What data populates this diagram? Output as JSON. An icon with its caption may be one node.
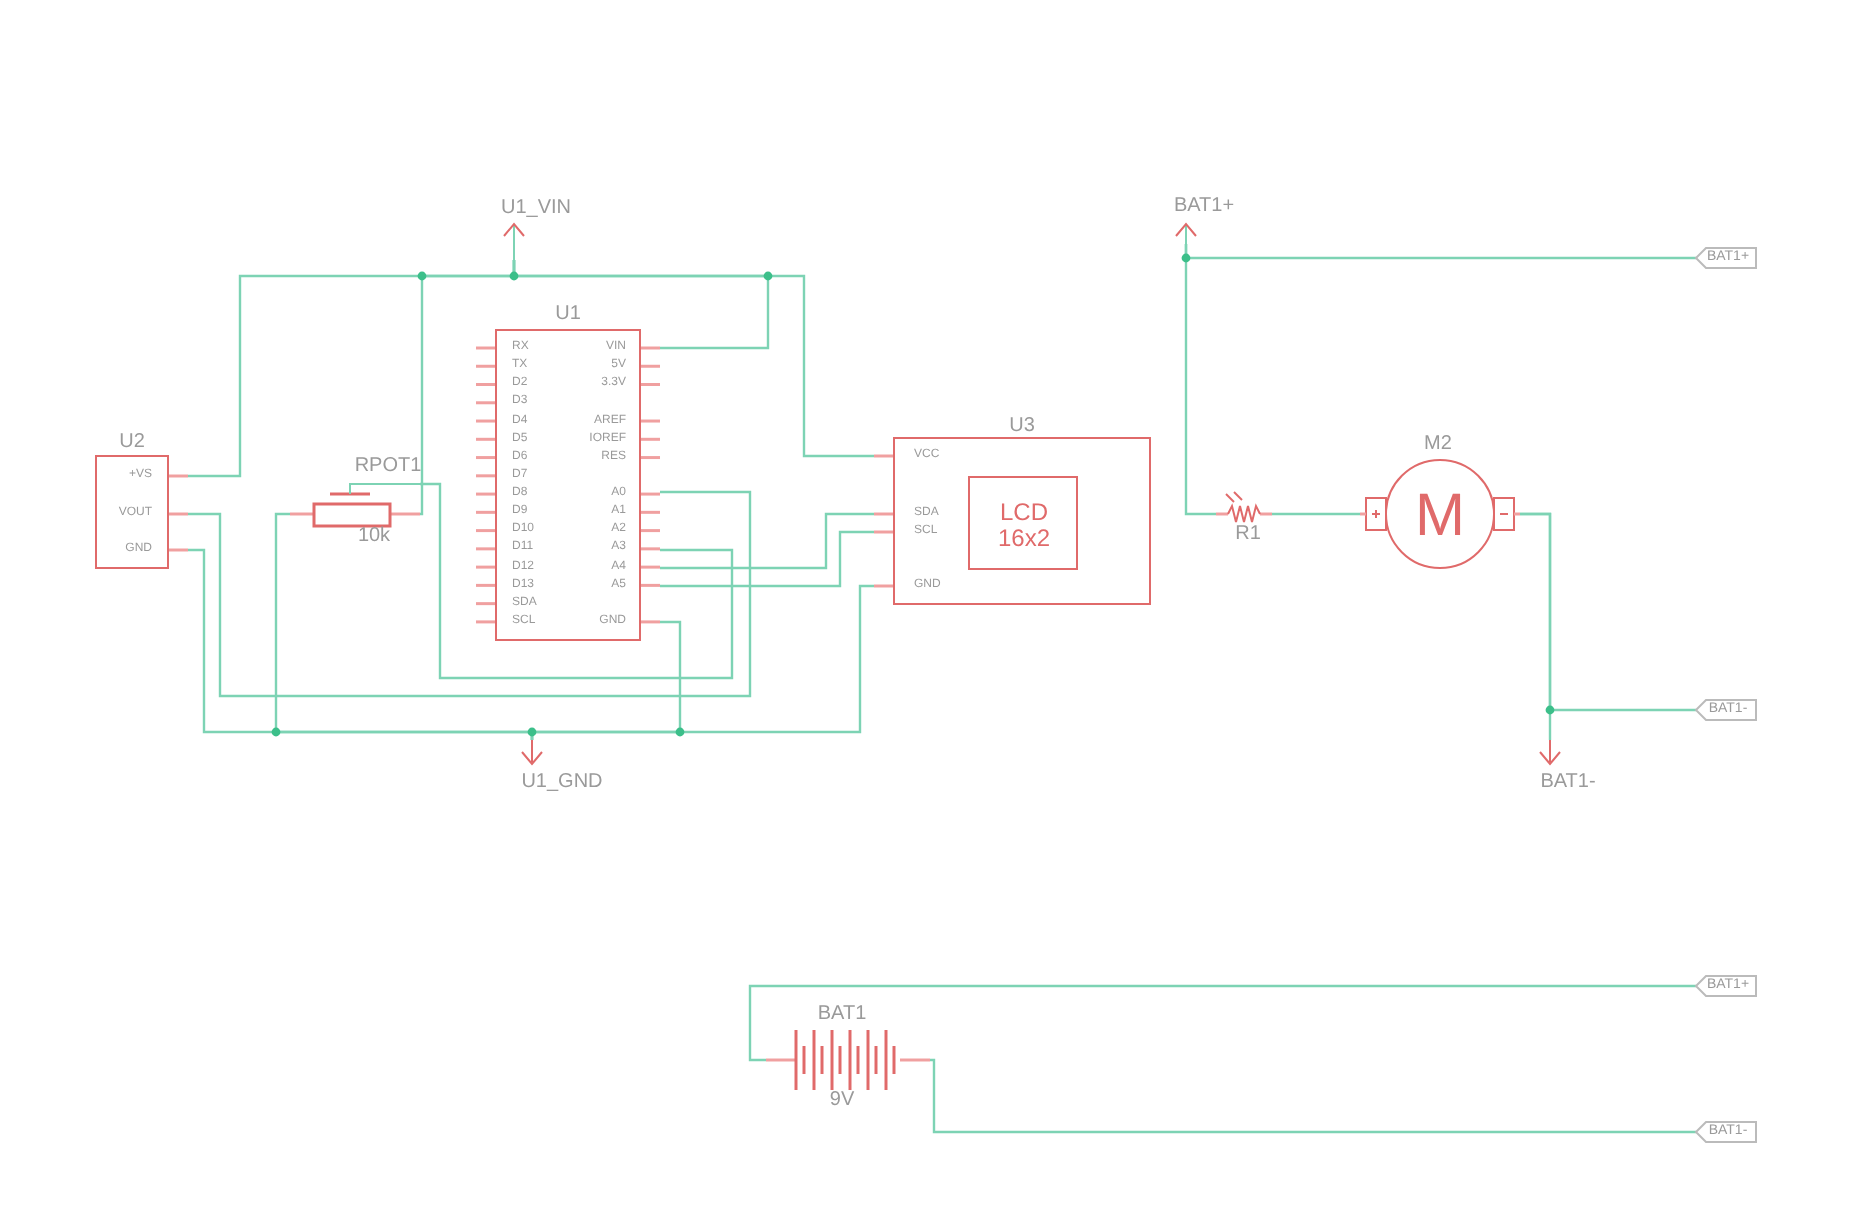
{
  "diagram": {
    "nodes": [
      {
        "text": [
          "U1",
          "RX",
          "TX",
          "D2",
          "D3",
          "D4",
          "D5",
          "D6",
          "D7",
          "D8",
          "D9",
          "D10",
          "D11",
          "D12",
          "D13",
          "SDA",
          "SCL",
          "VIN",
          "5V",
          "3.3V",
          "AREF",
          "IOREF",
          "RES",
          "A0",
          "A1",
          "A2",
          "A3",
          "A4",
          "A5",
          "GND"
        ]
      },
      {
        "text": [
          "U2",
          "+VS",
          "VOUT",
          "GND"
        ]
      },
      {
        "text": [
          "RPOT1",
          "10k"
        ]
      },
      {
        "text": [
          "U3",
          "VCC",
          "SDA",
          "SCL",
          "GND"
        ]
      },
      {
        "text": [
          "LCD 16x2"
        ],
        "in": 3
      },
      {
        "text": [
          "U1_VIN"
        ]
      },
      {
        "text": [
          "U1_GND"
        ]
      },
      {
        "text": [
          "BAT1+"
        ]
      },
      {
        "text": [
          "R1"
        ]
      },
      {
        "text": [
          "M2",
          "M"
        ]
      },
      {
        "text": [
          "BAT1-"
        ]
      },
      {
        "text": [
          "BAT1+"
        ]
      },
      {
        "text": [
          "BAT1-"
        ]
      },
      {
        "text": [
          "BAT1",
          "9V"
        ]
      },
      {
        "text": [
          "BAT1+"
        ]
      },
      {
        "text": [
          "BAT1-"
        ]
      }
    ],
    "edges": [
      {
        "from": 1,
        "to": 5,
        "arrow": "none"
      },
      {
        "from": 2,
        "to": 5,
        "arrow": "none"
      },
      {
        "from": 0,
        "to": 5,
        "arrow": "none"
      },
      {
        "from": 3,
        "to": 5,
        "arrow": "none"
      },
      {
        "from": 1,
        "to": 6,
        "arrow": "none"
      },
      {
        "from": 2,
        "to": 6,
        "arrow": "none"
      },
      {
        "from": 0,
        "to": 6,
        "arrow": "none"
      },
      {
        "from": 3,
        "to": 6,
        "arrow": "none"
      },
      {
        "from": 1,
        "to": 0,
        "arrow": "none"
      },
      {
        "from": 2,
        "to": 0,
        "arrow": "none"
      },
      {
        "from": 0,
        "to": 3,
        "arrow": "none"
      },
      {
        "from": 0,
        "to": 3,
        "arrow": "none"
      },
      {
        "from": 7,
        "to": 11,
        "arrow": "none"
      },
      {
        "from": 7,
        "to": 8,
        "arrow": "none"
      },
      {
        "from": 8,
        "to": 9,
        "arrow": "none"
      },
      {
        "from": 9,
        "to": 10,
        "arrow": "none"
      },
      {
        "from": 9,
        "to": 12,
        "arrow": "none"
      },
      {
        "from": 13,
        "to": 14,
        "arrow": "none"
      },
      {
        "from": 13,
        "to": 15,
        "arrow": "none"
      }
    ]
  }
}
